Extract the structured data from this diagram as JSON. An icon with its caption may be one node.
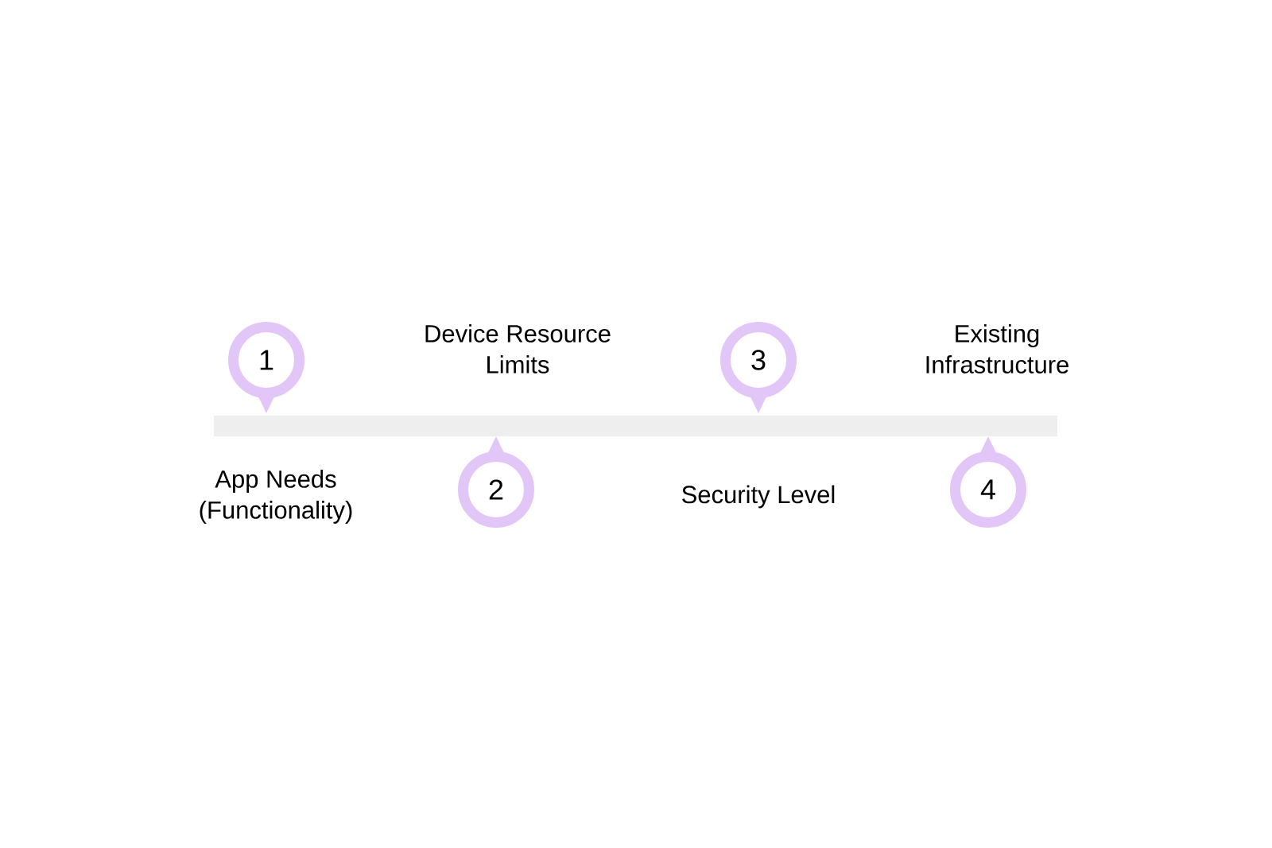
{
  "diagram": {
    "nodes": [
      {
        "text": [
          "1"
        ]
      },
      {
        "text": [
          "2"
        ]
      },
      {
        "text": [
          "3"
        ]
      },
      {
        "text": [
          "4"
        ]
      },
      {
        "text": [],
        "shape": "bar"
      }
    ],
    "labels": [
      "Device Resource Limits",
      "Existing Infrastructure",
      "App Needs (Functionality)",
      "Security Level"
    ]
  }
}
